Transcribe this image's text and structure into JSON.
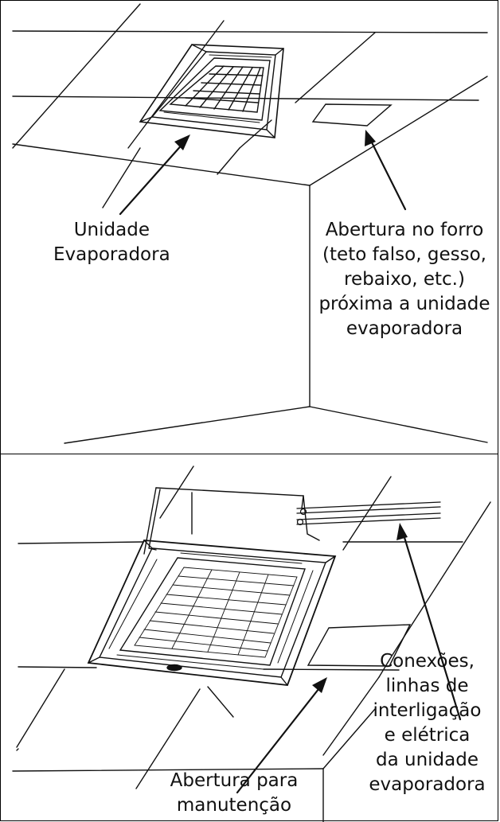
{
  "top_panel": {
    "label_evaporator": [
      "Unidade",
      "Evaporadora"
    ],
    "label_ceiling_opening": [
      "Abertura no forro",
      "(teto falso, gesso,",
      "rebaixo, etc.)",
      "próxima a unidade",
      "evaporadora"
    ]
  },
  "bottom_panel": {
    "label_connections": [
      "Conexões,",
      "linhas de",
      "interligação",
      "e elétrica",
      "da unidade",
      "evaporadora"
    ],
    "label_maintenance_opening": [
      "Abertura para",
      "manutenção"
    ]
  }
}
